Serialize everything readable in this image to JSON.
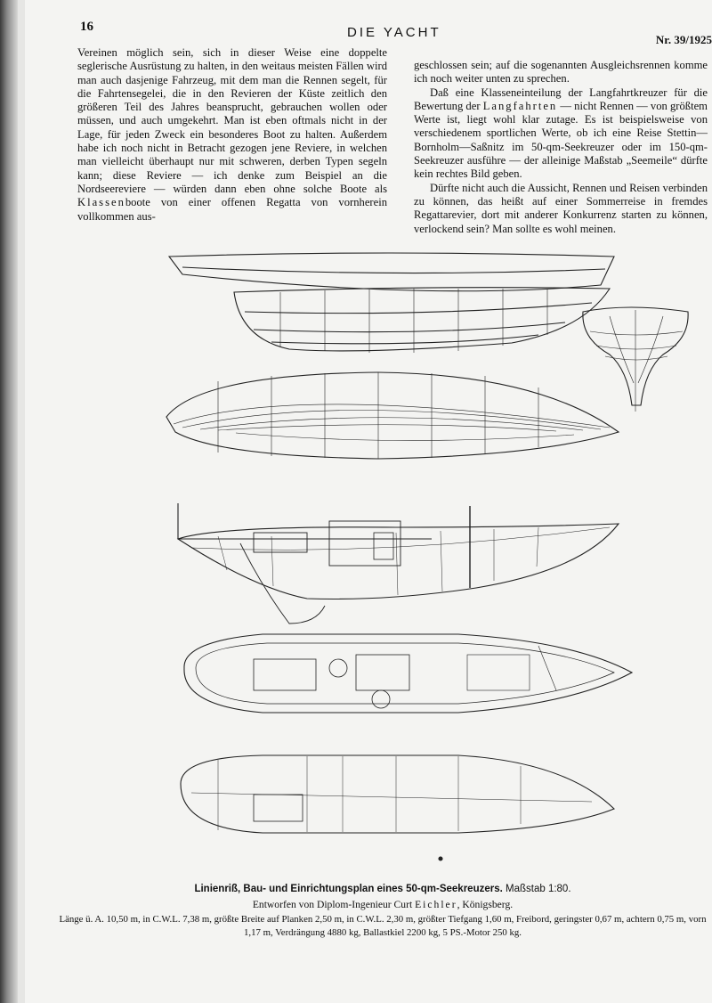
{
  "header": {
    "page_number": "16",
    "journal_title": "DIE YACHT",
    "issue": "Nr. 39/1925"
  },
  "column_left": {
    "p1_a": "Vereinen möglich sein, sich in dieser Weise eine doppelte seglerische Ausrüstung zu halten, in den weitaus meisten Fällen wird man auch dasjenige Fahrzeug, mit dem man die Rennen segelt, für die Fahrtensegelei, die in den Revieren der Küste zeitlich den größeren Teil des Jahres beansprucht, gebrauchen wollen oder müssen, und auch umgekehrt. Man ist eben oftmals nicht in der Lage, für jeden Zweck ein besonderes Boot zu halten. Außerdem habe ich noch nicht in Betracht gezogen jene Reviere, in welchen man vielleicht überhaupt nur mit schweren, derben Typen segeln kann; diese Reviere — ich denke zum Beispiel an die Nordseereviere — würden dann eben ohne solche Boote als",
    "p1_spaced": "Klassen",
    "p1_b": "boote von einer offenen Regatta von vornherein vollkommen aus-"
  },
  "column_right": {
    "p1": "geschlossen sein; auf die sogenannten Ausgleichsrennen komme ich noch weiter unten zu sprechen.",
    "p2_a": "Daß eine Klasseneinteilung der Langfahrtkreuzer für die Bewertung der",
    "p2_spaced": "Langfahrten",
    "p2_b": "— nicht Rennen — von größtem Werte ist, liegt wohl klar zutage. Es ist beispielsweise von verschiedenem sportlichen Werte, ob ich eine Reise Stettin—Bornholm—Saßnitz im 50-qm-Seekreuzer oder im 150-qm-Seekreuzer ausführe — der alleinige Maßstab „Seemeile“ dürfte kein rechtes Bild geben.",
    "p3": "Dürfte nicht auch die Aussicht, Rennen und Reisen verbinden zu können, das heißt auf einer Sommerreise in fremdes Regattarevier, dort mit anderer Konkurrenz starten zu können, verlockend sein? Man sollte es wohl meinen."
  },
  "caption": {
    "title": "Linienriß, Bau- und Einrichtungsplan eines 50-qm-Seekreuzers.",
    "scale": "Maßstab 1:80.",
    "designer_prefix": "Entworfen von Diplom-Ingenieur Curt",
    "designer_name": "Eichler",
    "designer_city": ", Königsberg.",
    "specs": "Länge ü. A. 10,50 m, in C.W.L. 7,38 m, größte Breite auf Planken 2,50 m, in C.W.L. 2,30 m, größter Tiefgang 1,60 m, Freibord, geringster 0,67 m, achtern 0,75 m, vorn 1,17 m, Verdrängung 4880 kg, Ballastkiel 2200 kg, 5 PS.-Motor 250 kg."
  },
  "colors": {
    "paper": "#f4f4f2",
    "ink": "#111111"
  }
}
